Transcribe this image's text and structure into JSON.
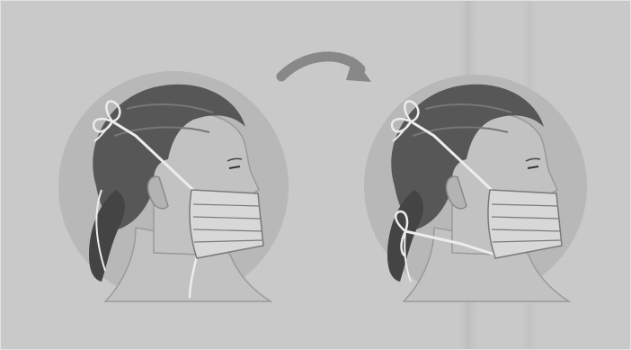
{
  "illustration": {
    "panels": [
      {
        "step": 1,
        "subject": "head-profile-mask-top-tie-only"
      },
      {
        "step": 2,
        "subject": "head-profile-mask-top-and-bottom-ties"
      }
    ],
    "arrow_icon": "curved-arrow-right-icon",
    "colors": {
      "paper": "#c9c9c9",
      "circle": "#b8b8b8",
      "skin": "#c2c2c2",
      "hair": "#575757",
      "hair_dark": "#444444",
      "mask": "#d8d8d8",
      "mask_line": "#7a7a7a",
      "strap": "#e8e8e8",
      "arrow": "#888888"
    }
  }
}
